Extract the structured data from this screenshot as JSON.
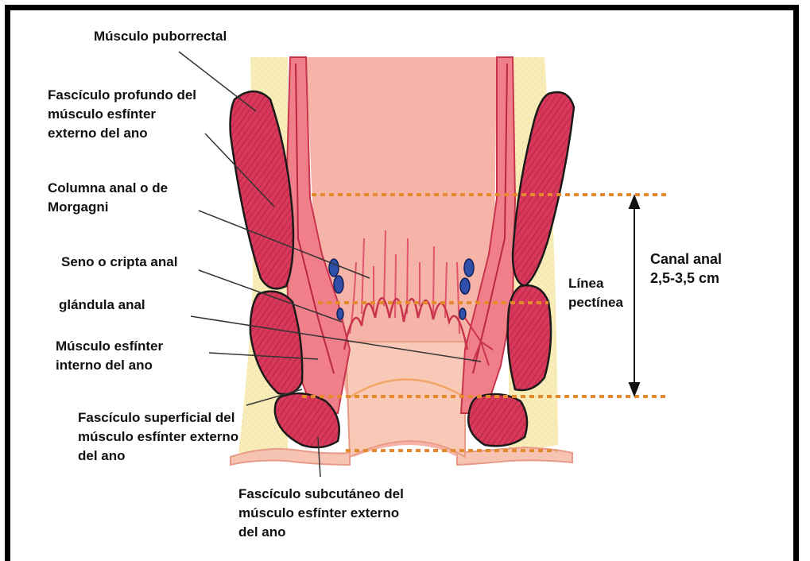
{
  "diagram": {
    "labels": {
      "puborrectal": "Músculo puborrectal",
      "fasciculo_profundo": "Fascículo profundo del\nmúsculo esfínter\nexterno del ano",
      "columna_anal": "Columna anal o de\nMorgagni",
      "seno_cripta": "Seno o cripta anal",
      "glandula_anal": "glándula anal",
      "esfinter_interno": "Músculo esfínter\ninterno del ano",
      "fasciculo_superficial": "Fascículo superficial del\nmúsculo esfínter externo\ndel ano",
      "fasciculo_subcutaneo": "Fascículo subcutáneo del\nmúsculo esfínter externo\ndel ano",
      "linea_pectinea": "Línea\npectínea",
      "canal_anal": "Canal anal\n2,5-3,5 cm"
    },
    "colors": {
      "muscle": "#d8385a",
      "muscle_outline": "#1a1a1a",
      "mucosa": "#f4a7a0",
      "lumen": "#f6b3a8",
      "fat": "#f8edb9",
      "dotted_line": "#e58a2c",
      "gland": "#2f4fa8"
    }
  }
}
